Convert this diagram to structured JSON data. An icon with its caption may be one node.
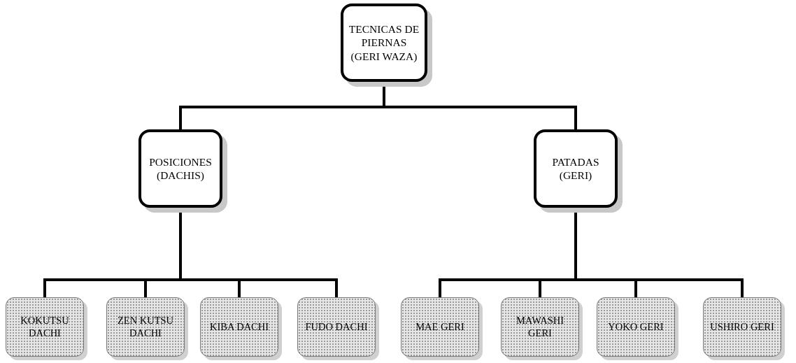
{
  "diagram": {
    "nodes": [
      {
        "text": [
          "TECNICAS DE PIERNAS (GERI WAZA)"
        ]
      },
      {
        "text": [
          "POSICIONES (DACHIS)"
        ]
      },
      {
        "text": [
          "PATADAS (GERI)"
        ]
      },
      {
        "text": [
          "KOKUTSU DACHI"
        ]
      },
      {
        "text": [
          "ZEN KUTSU DACHI"
        ]
      },
      {
        "text": [
          "KIBA DACHI"
        ]
      },
      {
        "text": [
          "FUDO DACHI"
        ]
      },
      {
        "text": [
          "MAE GERI"
        ]
      },
      {
        "text": [
          "MAWASHI GERI"
        ]
      },
      {
        "text": [
          "YOKO GERI"
        ]
      },
      {
        "text": [
          "USHIRO GERI"
        ]
      }
    ],
    "edges": [
      {
        "from": 0,
        "to": 1,
        "arrow": "none"
      },
      {
        "from": 0,
        "to": 2,
        "arrow": "none"
      },
      {
        "from": 1,
        "to": 3,
        "arrow": "none"
      },
      {
        "from": 1,
        "to": 4,
        "arrow": "none"
      },
      {
        "from": 1,
        "to": 5,
        "arrow": "none"
      },
      {
        "from": 1,
        "to": 6,
        "arrow": "none"
      },
      {
        "from": 2,
        "to": 7,
        "arrow": "none"
      },
      {
        "from": 2,
        "to": 8,
        "arrow": "none"
      },
      {
        "from": 2,
        "to": 9,
        "arrow": "none"
      },
      {
        "from": 2,
        "to": 10,
        "arrow": "none"
      }
    ]
  }
}
